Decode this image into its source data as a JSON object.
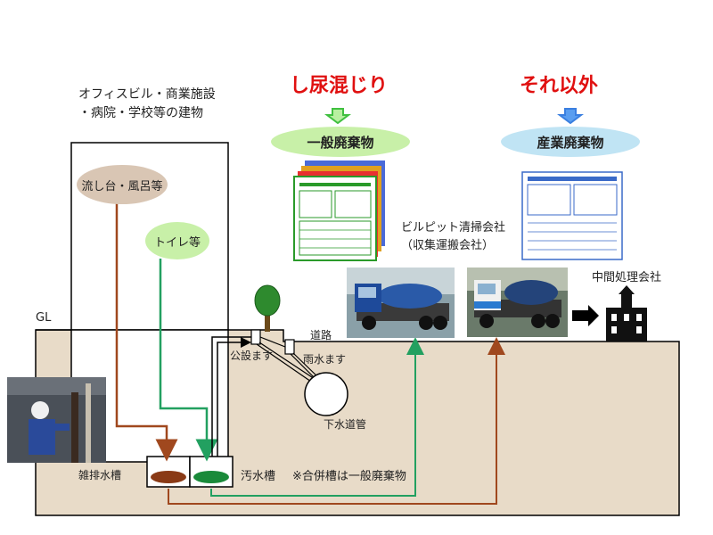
{
  "building": {
    "title_line1": "オフィスビル・商業施設",
    "title_line2": "・病院・学校等の建物"
  },
  "categories": {
    "human_waste": {
      "heading": "し尿混じり",
      "label": "一般廃棄物",
      "heading_color": "#e01010",
      "label_bg": "#c8f0a8",
      "arrow_color": "#40c040"
    },
    "other": {
      "heading": "それ以外",
      "label": "産業廃棄物",
      "heading_color": "#e01010",
      "label_bg": "#c0e4f4",
      "arrow_color": "#3a7fe0"
    }
  },
  "sources": {
    "kitchen_bath": "流し台・風呂等",
    "toilet": "トイレ等"
  },
  "labels": {
    "gl": "GL",
    "road": "道路",
    "public_basin": "公設ます",
    "rain_basin": "雨水ます",
    "sewer": "下水道管",
    "drain_tank": "雑排水槽",
    "sewage_tank": "汚水槽",
    "note": "※合併槽は一般廃棄物",
    "cleaning_company_line1": "ビルピット清掃会社",
    "cleaning_company_line2": "（収集運搬会社）",
    "intermediate": "中間処理会社"
  },
  "colors": {
    "ground": "#e8dbc8",
    "drain_line": "#a0481e",
    "sewage_line": "#22a060",
    "outline": "#000000",
    "kitchen_bubble": "#d9c6b4",
    "toilet_bubble": "#c8f0a8"
  }
}
